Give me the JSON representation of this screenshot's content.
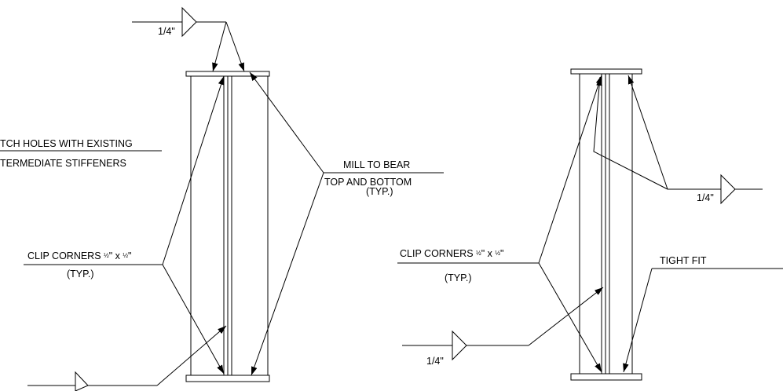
{
  "left_detail": {
    "weld_top": "1/4\"",
    "match_holes_line1": "TCH HOLES WITH EXISTING",
    "match_holes_line2": "TERMEDIATE STIFFENERS",
    "mill_line1": "MILL TO BEAR",
    "mill_line2": "TOP AND BOTTOM",
    "mill_line3": "(TYP.)",
    "clip_prefix": "CLIP CORNERS ",
    "clip_frac": "½",
    "clip_sep": "\" x ",
    "clip_suffix": "\"",
    "clip_typ": "(TYP.)"
  },
  "right_detail": {
    "weld_right": "1/4\"",
    "clip_prefix": "CLIP CORNERS ",
    "clip_frac": "½",
    "clip_sep": "\" x ",
    "clip_suffix": "\"",
    "clip_typ": "(TYP.)",
    "tight_fit": "TIGHT FIT",
    "weld_bottom": "1/4\""
  }
}
